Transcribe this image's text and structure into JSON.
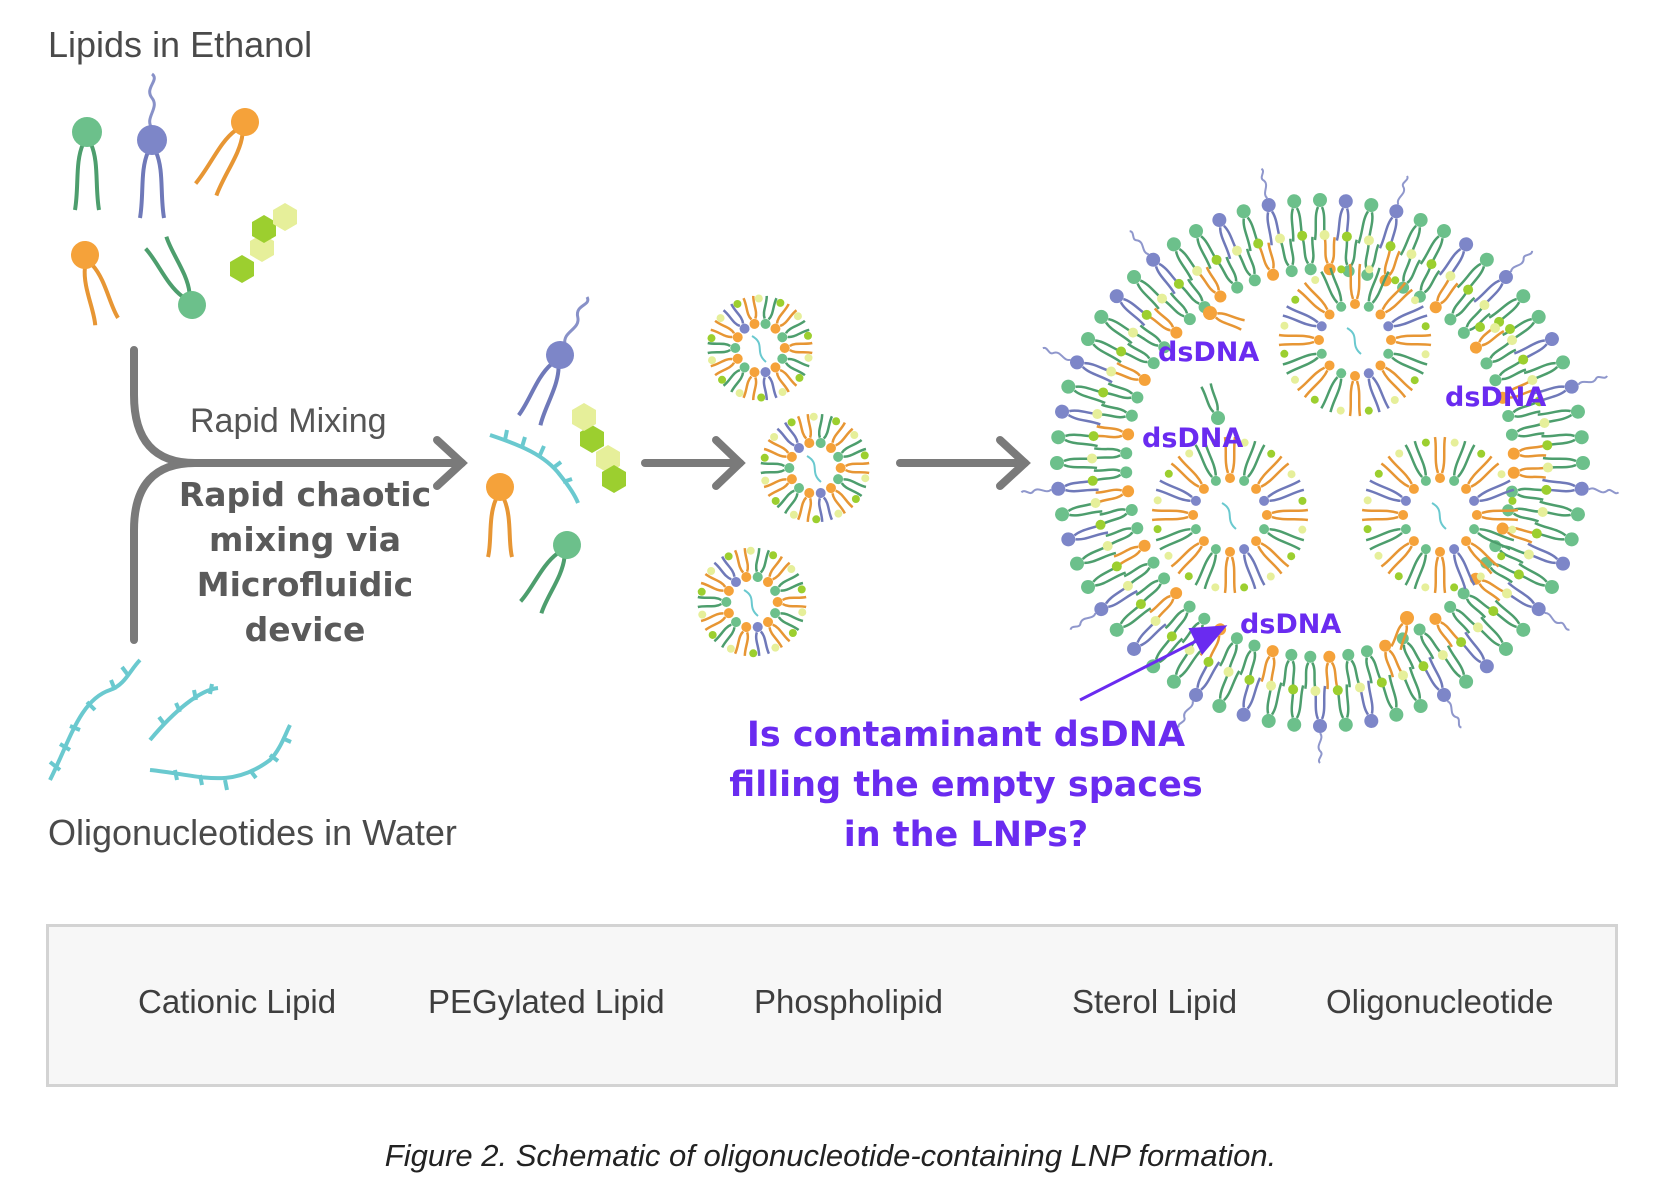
{
  "titles": {
    "lipids_in_ethanol": "Lipids in Ethanol",
    "oligos_in_water": "Oligonucleotides in Water"
  },
  "mixing": {
    "label": "Rapid Mixing",
    "description": "Rapid chaotic mixing via Microfluidic device"
  },
  "annotations": {
    "dsdna_labels": [
      "dsDNA",
      "dsDNA",
      "dsDNA",
      "dsDNA"
    ],
    "question": "Is contaminant dsDNA filling the empty spaces in the LNPs?"
  },
  "legend": {
    "items": [
      {
        "label": "Cationic Lipid",
        "icon": "cationic-lipid-icon"
      },
      {
        "label": "PEGylated Lipid",
        "icon": "pegylated-lipid-icon"
      },
      {
        "label": "Phospholipid",
        "icon": "phospholipid-icon"
      },
      {
        "label": "Sterol Lipid",
        "icon": "sterol-lipid-icon"
      },
      {
        "label": "Oligonucleotide",
        "icon": "oligonucleotide-icon"
      }
    ]
  },
  "caption": "Figure 2. Schematic of oligonucleotide-containing LNP formation.",
  "colors": {
    "cationic": "#f5a23a",
    "pegylated": "#7d86c8",
    "phospholipid": "#6cc08b",
    "sterol_dark": "#9ccf2f",
    "sterol_light": "#e6ef9a",
    "oligo": "#6ac9cf",
    "arrow": "#777777",
    "annotation": "#6a2bf0"
  }
}
